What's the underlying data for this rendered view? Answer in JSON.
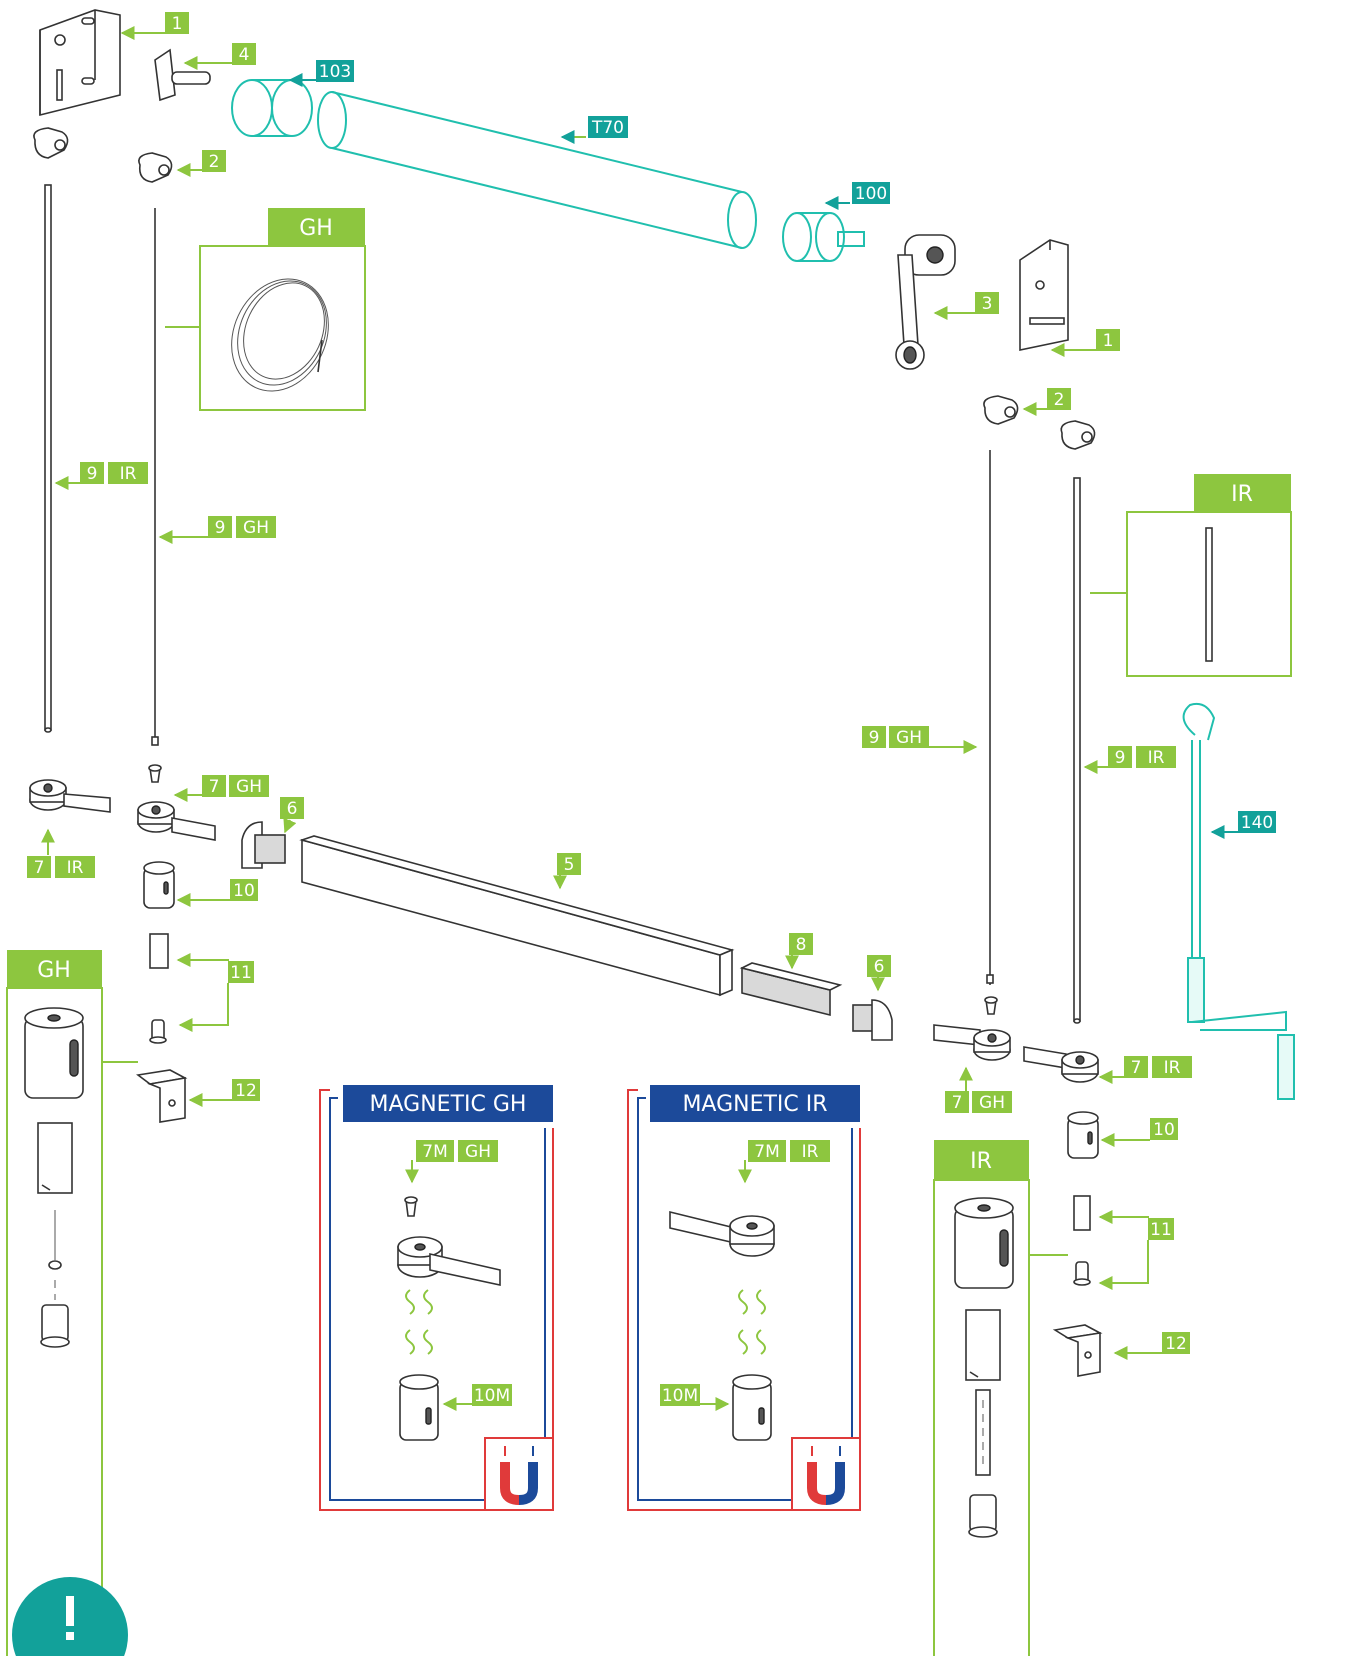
{
  "labels": {
    "l1a": "1",
    "l1b": "1",
    "l2a": "2",
    "l2b": "2",
    "l3": "3",
    "l4": "4",
    "l5": "5",
    "l6a": "6",
    "l6b": "6",
    "l8": "8",
    "l9": "9",
    "l10": "10",
    "l11": "11",
    "l12": "12",
    "l7": "7",
    "l7m": "7M",
    "l10m": "10M",
    "l100": "100",
    "l103": "103",
    "l140": "140",
    "t70": "T70",
    "gh": "GH",
    "ir": "IR"
  },
  "panels": {
    "gh_title": "GH",
    "ir_title": "IR",
    "magnetic_gh": "MAGNETIC GH",
    "magnetic_ir": "MAGNETIC IR"
  },
  "notice_icon": "exclamation-icon",
  "colors": {
    "label_green": "#8dc63f",
    "label_teal": "#12a19a",
    "panel_navy": "#1c4a9a",
    "magnet_red": "#e03a3a",
    "magnet_blue": "#1c4a9a"
  }
}
